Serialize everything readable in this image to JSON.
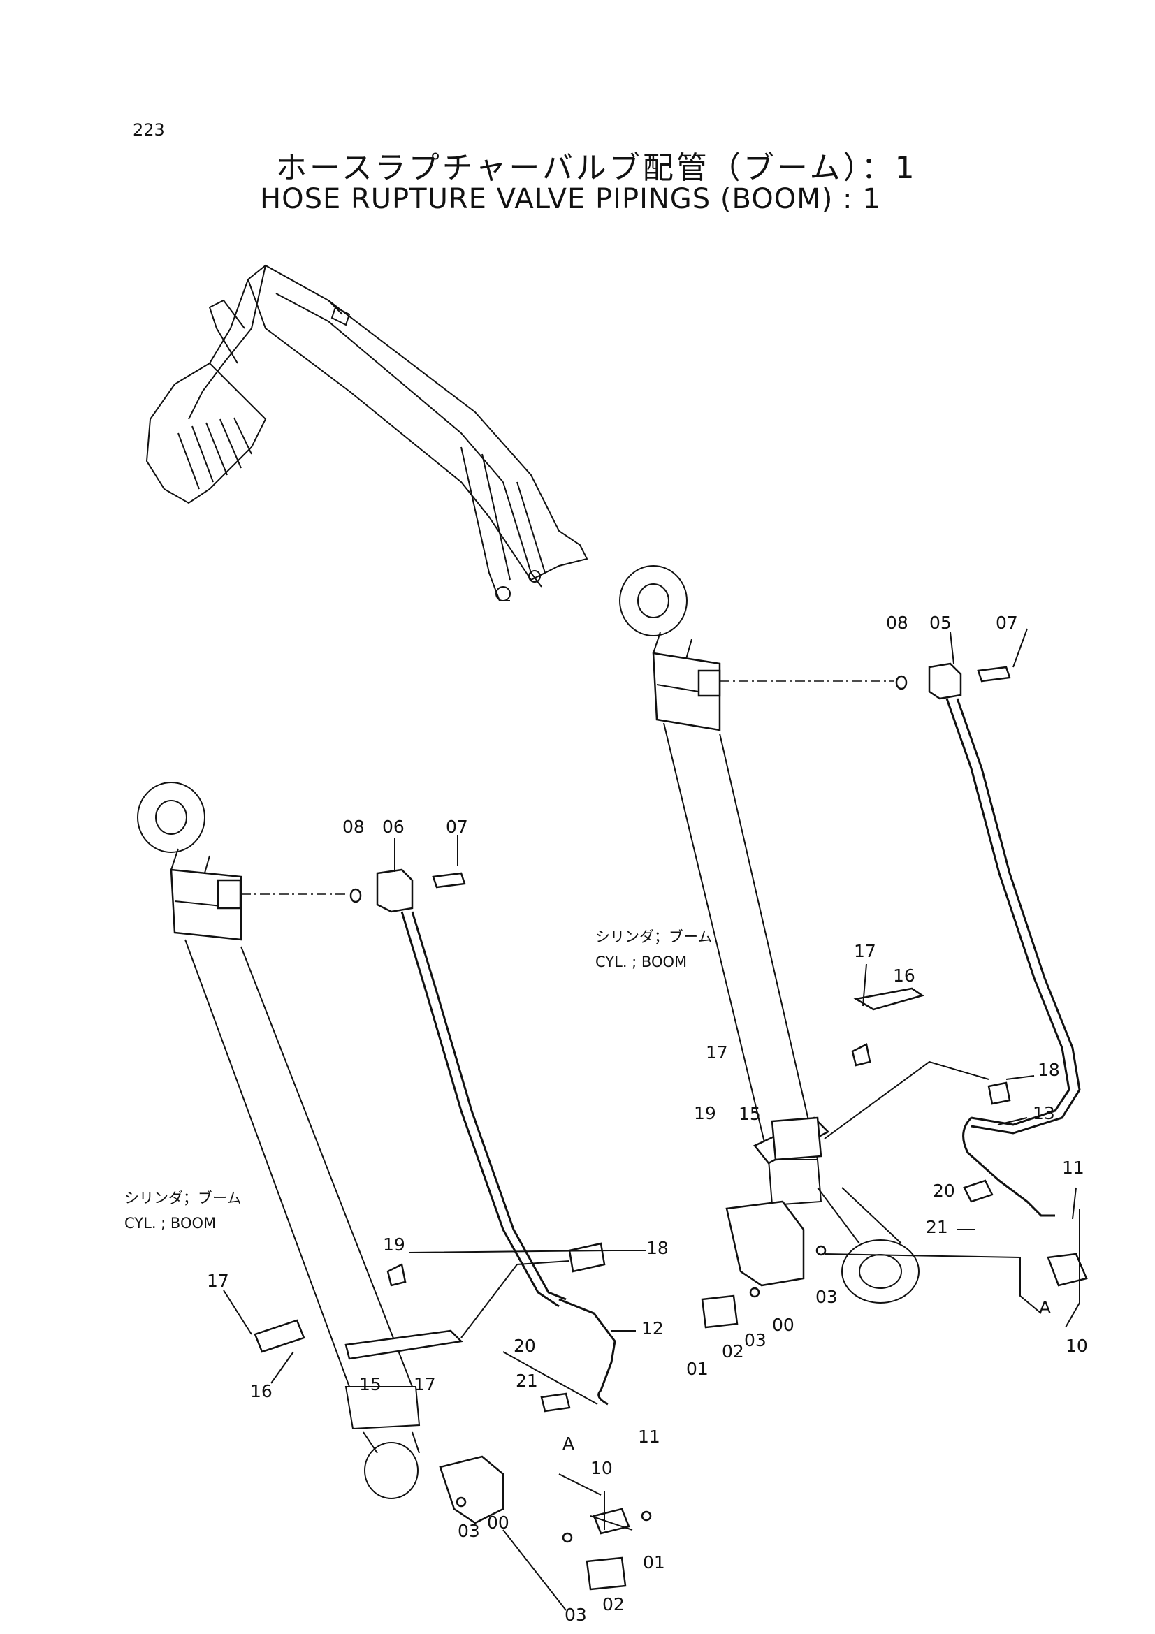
{
  "header": {
    "page_number": "223",
    "title_jp": "ホースラプチャーバルブ配管（ブーム）：1",
    "title_en": "HOSE RUPTURE VALVE PIPINGS (BOOM) : 1"
  },
  "left_assembly": {
    "note_jp": "シリンダ；ブーム",
    "note_en": "CYL. ; BOOM",
    "callouts": [
      "08",
      "06",
      "07",
      "19",
      "18",
      "17",
      "16",
      "15",
      "17",
      "12",
      "20",
      "21",
      "A",
      "10",
      "11",
      "03",
      "00",
      "01",
      "02",
      "03"
    ]
  },
  "right_assembly": {
    "note_jp": "シリンダ；ブーム",
    "note_en": "CYL. ; BOOM",
    "callouts": [
      "08",
      "05",
      "07",
      "17",
      "16",
      "17",
      "18",
      "19",
      "15",
      "13",
      "11",
      "20",
      "21",
      "03",
      "00",
      "02",
      "03",
      "01",
      "A",
      "10"
    ]
  },
  "colors": {
    "ink": "#111111",
    "paper": "#ffffff"
  }
}
